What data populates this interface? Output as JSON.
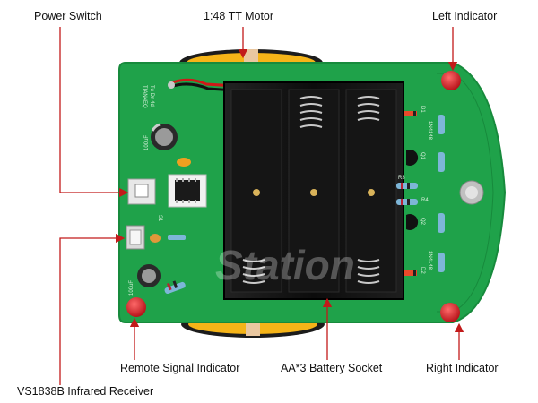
{
  "labels": {
    "power_switch": "Power Switch",
    "motor": "1:48 TT Motor",
    "left_indicator": "Left Indicator",
    "remote_signal_indicator": "Remote Signal Indicator",
    "battery_socket": "AA*3 Battery Socket",
    "right_indicator": "Right Indicator",
    "ir_receiver": "VS1838B Infrared Receiver"
  },
  "watermark": "Station",
  "pcb_text": {
    "left_1": "TIAN4EQ",
    "left_2": "Tu-Dr-4d",
    "cap_1": "100uF",
    "cap_2": "100uF",
    "s1": "S1",
    "d1": "D1",
    "d2": "D2",
    "diode_1": "1N4148",
    "diode_2": "1N4148",
    "q1": "Q1",
    "q2": "Q2",
    "r3": "R3",
    "r4": "R4"
  },
  "colors": {
    "pcb": "#1fa24a",
    "pcb_dark": "#0f7a32",
    "wheel": "#f5b418",
    "tire": "#1c1c1c",
    "battery_box": "#141414",
    "led": "#d4131b",
    "arrow": "#c21a1a"
  }
}
